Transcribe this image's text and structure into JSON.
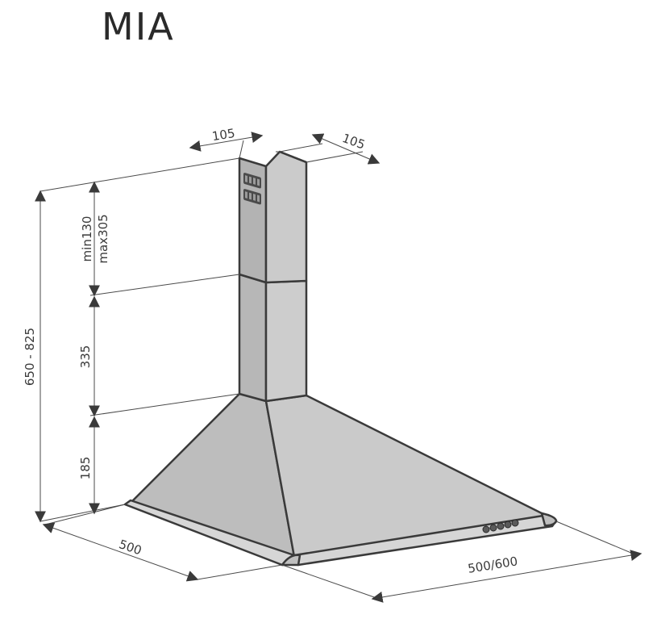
{
  "title": "MIA",
  "dimensions": {
    "chimney_width_left": "105",
    "chimney_width_right": "105",
    "upper_chimney": "min130",
    "upper_chimney_max": "max305",
    "lower_chimney": "335",
    "hood_height": "185",
    "total_height": "650 - 825",
    "depth": "500",
    "width": "500/600"
  },
  "colors": {
    "metal_light": "#cfcfcf",
    "metal_mid": "#bdbdbd",
    "metal_dark": "#a9a9a9",
    "outline": "#3a3a3a"
  },
  "icons": {
    "vent": "vent-grille-icon",
    "controls": "control-buttons-icon"
  }
}
